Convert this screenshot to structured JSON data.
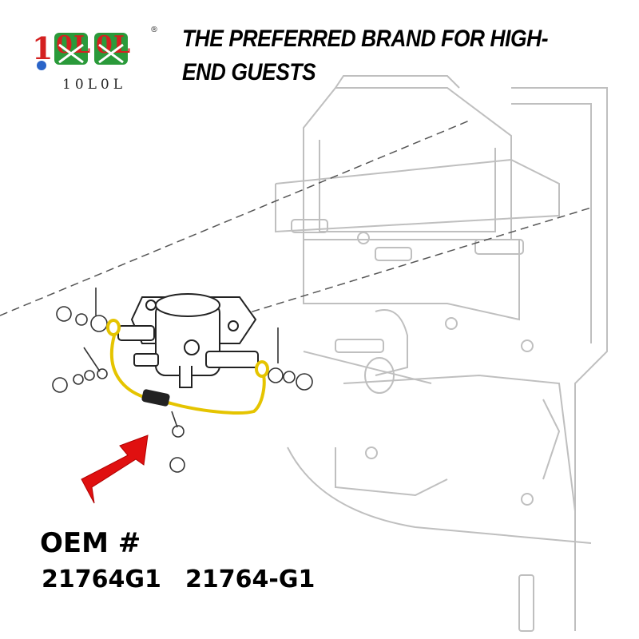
{
  "brand": {
    "logo_text": "10L0L",
    "tagline": "THE PREFERRED BRAND FOR HIGH-END GUESTS"
  },
  "oem": {
    "title": "OEM #",
    "part_numbers": [
      "21764G1",
      "21764-G1"
    ]
  },
  "colors": {
    "highlight_wire": "#e5c400",
    "arrow": "#e01010",
    "logo_red": "#d42020",
    "logo_green": "#2a9a3a"
  }
}
